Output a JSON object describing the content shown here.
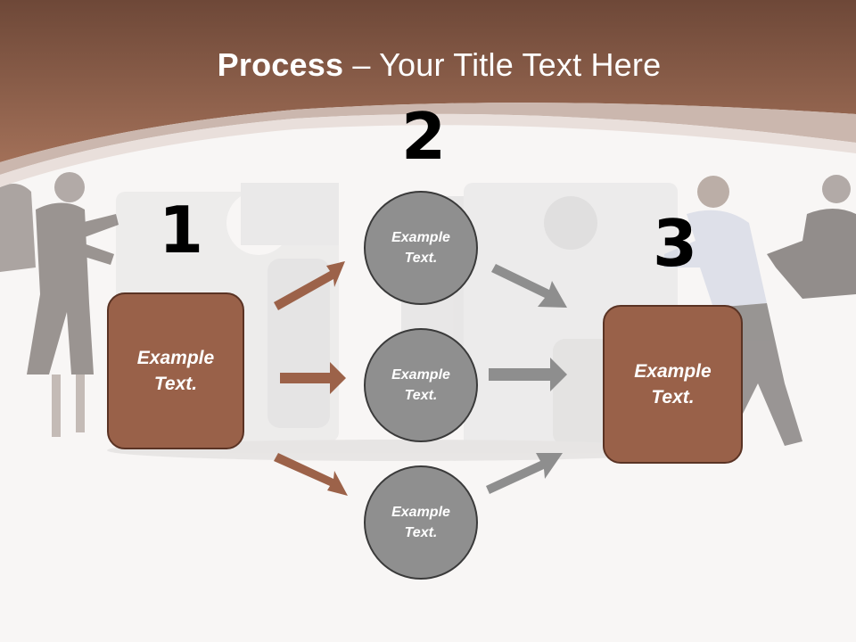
{
  "title": {
    "bold": "Process",
    "rest": " – Your Title Text Here"
  },
  "steps": {
    "one": "1",
    "two": "2",
    "three": "3"
  },
  "left_box": {
    "text": "Example Text."
  },
  "circles": [
    {
      "text": "Example Text."
    },
    {
      "text": "Example Text."
    },
    {
      "text": "Example Text."
    }
  ],
  "right_box": {
    "text": "Example Text."
  },
  "colors": {
    "header_brown": "#8a5a44",
    "box_brown": "#996149",
    "circle_gray": "#8f8f8f",
    "arrow_brown": "#9c6249",
    "arrow_gray": "#8e8e8e"
  }
}
